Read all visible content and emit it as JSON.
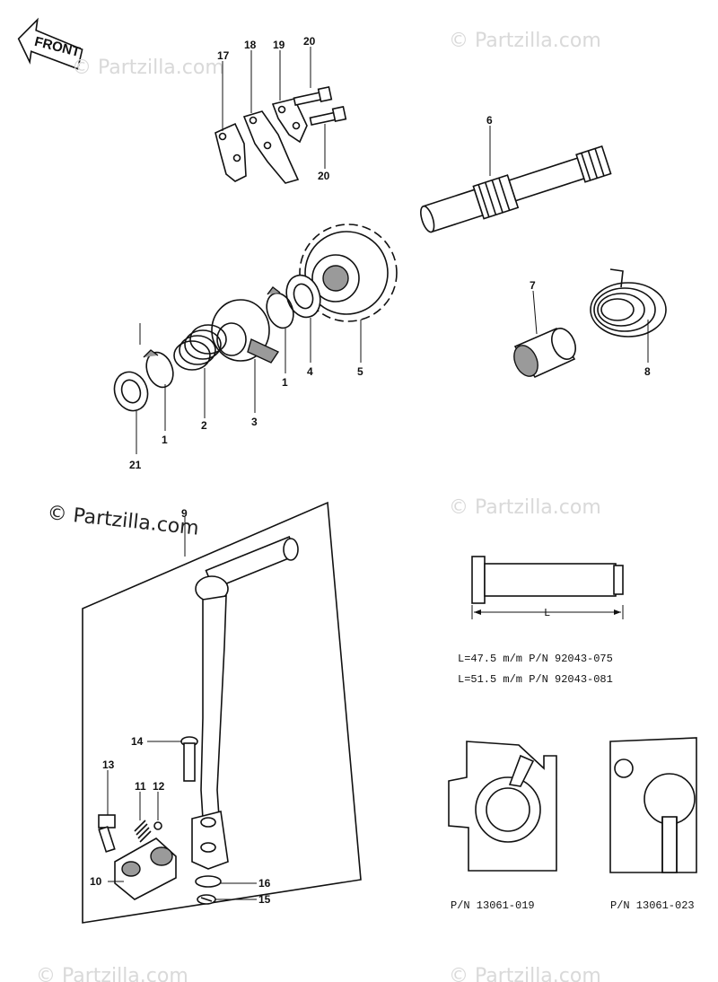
{
  "diagram": {
    "front_label": "FRONT",
    "watermark": "© Partzilla.com",
    "callouts": {
      "c17": "17",
      "c18": "18",
      "c19": "19",
      "c20a": "20",
      "c20b": "20",
      "c6": "6",
      "c7": "7",
      "c8": "8",
      "c1a": "1",
      "c1b": "1",
      "c2": "2",
      "c3": "3",
      "c4": "4",
      "c5": "5",
      "c21": "21",
      "c9": "9",
      "c10": "10",
      "c11": "11",
      "c12": "12",
      "c13": "13",
      "c14": "14",
      "c15": "15",
      "c16": "16"
    },
    "pin_dimension_label": "L",
    "pin_specs": [
      "L=47.5 m/m  P/N  92043-075",
      "L=51.5 m/m  P/N  92043-081"
    ],
    "shim_labels": [
      "P/N  13061-019",
      "P/N  13061-023"
    ]
  }
}
